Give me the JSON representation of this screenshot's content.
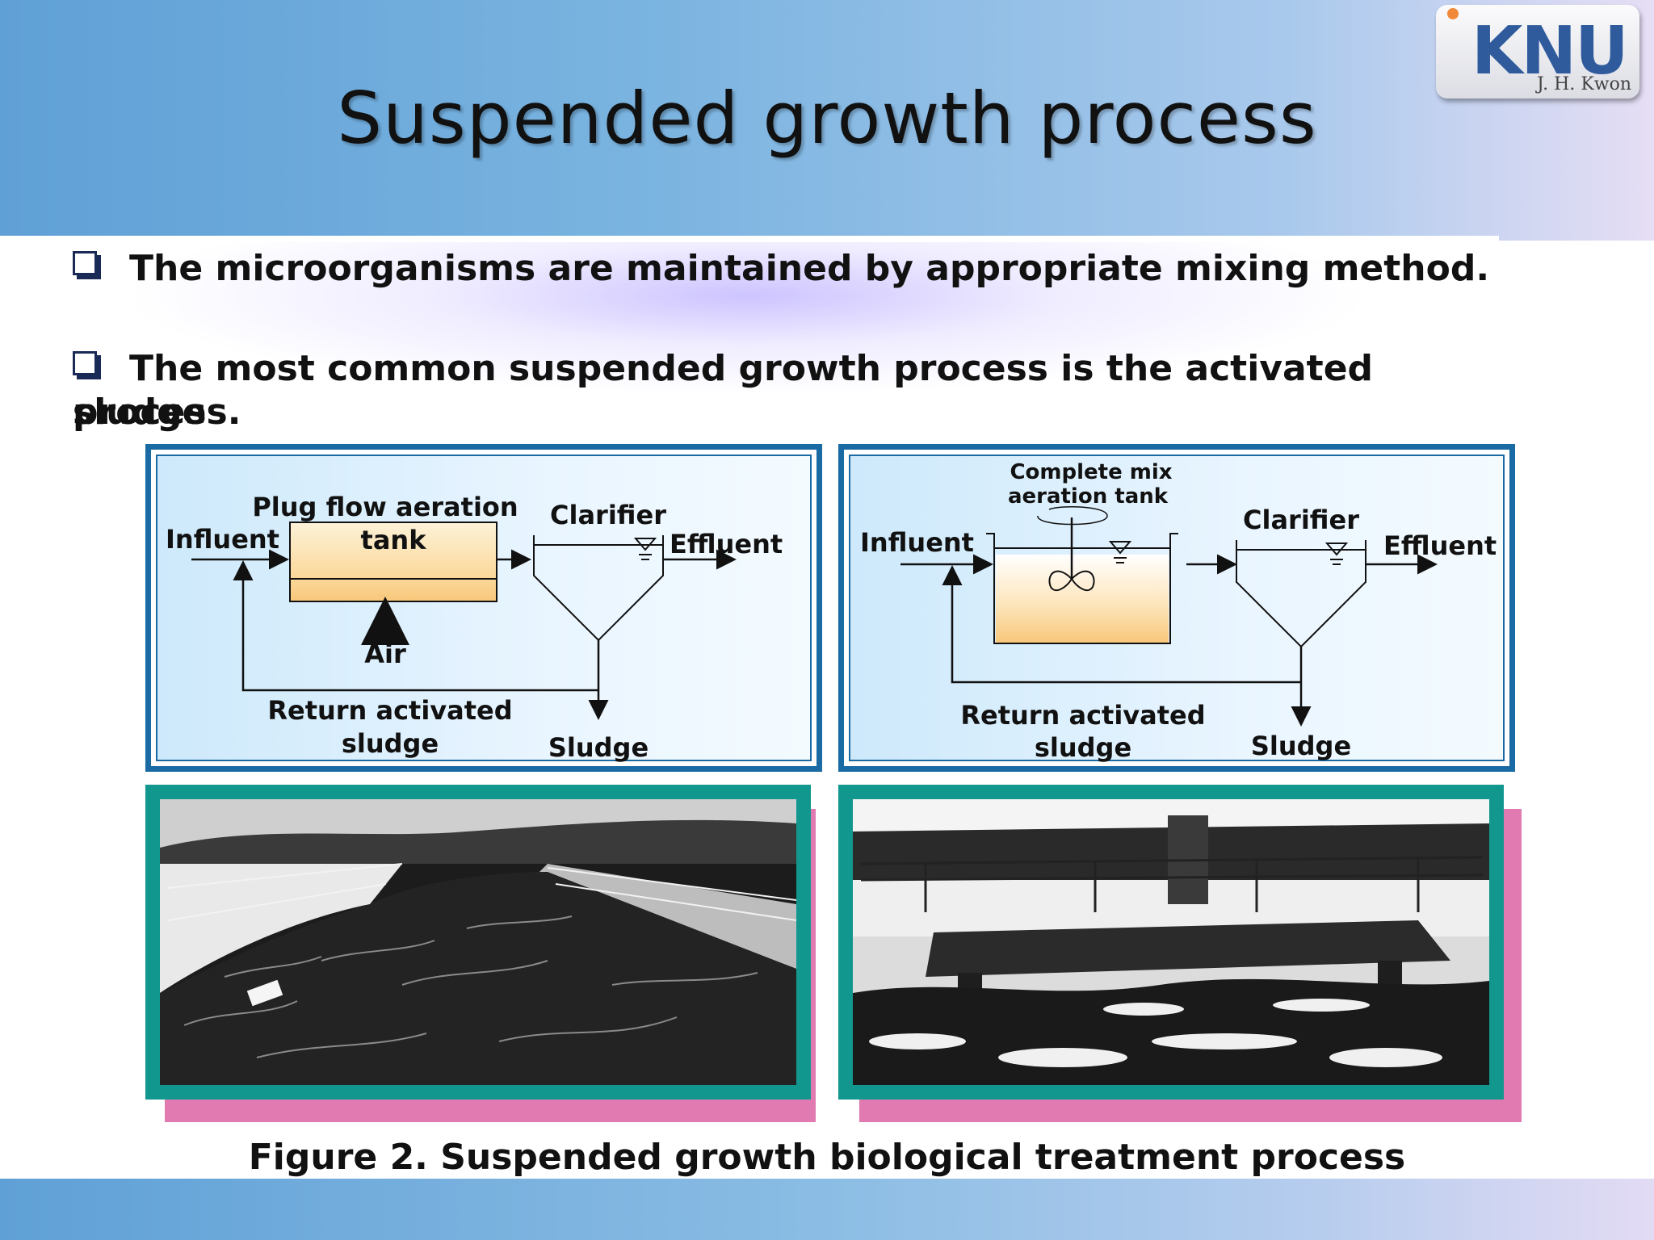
{
  "slide": {
    "title": "Suspended growth process",
    "logo": {
      "text": "KNU",
      "sub": "J. H. Kwon"
    },
    "bullets": [
      "The microorganisms are maintained by appropriate mixing method.",
      "The most common suspended growth process is the activated sludge"
    ],
    "bullet2_cont": "process.",
    "caption": "Figure 2.  Suspended growth biological treatment process"
  },
  "diagram_plug": {
    "tank_line1": "Plug flow aeration",
    "tank_line2": "tank",
    "influent": "Influent",
    "clarifier": "Clarifier",
    "effluent": "Effluent",
    "air": "Air",
    "return_line1": "Return activated",
    "return_line2": "sludge",
    "sludge": "Sludge"
  },
  "diagram_mix": {
    "tank_line1": "Complete mix",
    "tank_line2": "aeration tank",
    "influent": "Influent",
    "clarifier": "Clarifier",
    "effluent": "Effluent",
    "return_line1": "Return activated",
    "return_line2": "sludge",
    "sludge": "Sludge"
  },
  "colors": {
    "frame_blue": "#1a6ba3",
    "photo_teal": "#12978f",
    "photo_pink": "#e07ab0",
    "tank_fill": "#f8c77a"
  }
}
